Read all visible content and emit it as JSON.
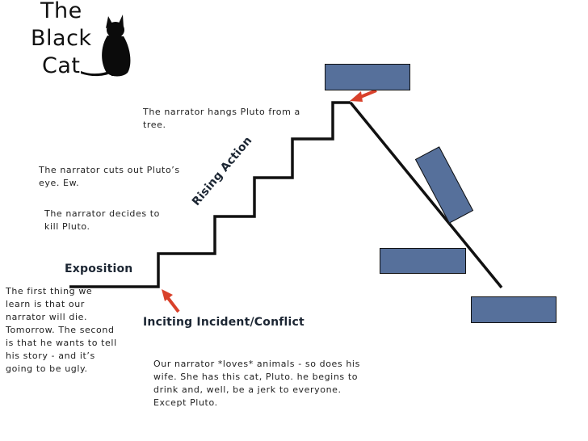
{
  "title": {
    "line1": "The",
    "line2": "Black",
    "line3": "Cat"
  },
  "labels": {
    "exposition": "Exposition",
    "inciting": "Inciting Incident/Conflict",
    "rising": "Rising Action"
  },
  "notes": {
    "exposition": "The first thing we learn is that our narrator will die. Tomorrow. The second is that he wants to tell his story - and it’s going to be ugly.",
    "inciting": "Our narrator *loves* animals - so does his wife.  She has this cat, Pluto.  he begins to drink and, well, be a jerk to everyone.  Except Pluto.",
    "step1": "The narrator decides to kill Pluto.",
    "step2": "The narrator cuts out Pluto’s eye. Ew.",
    "step3": "The narrator hangs Pluto from a tree."
  },
  "colors": {
    "box_fill": "#56709b",
    "arrow": "#d9412b",
    "line": "#111111"
  },
  "icons": {
    "cat": "black-cat-icon"
  }
}
